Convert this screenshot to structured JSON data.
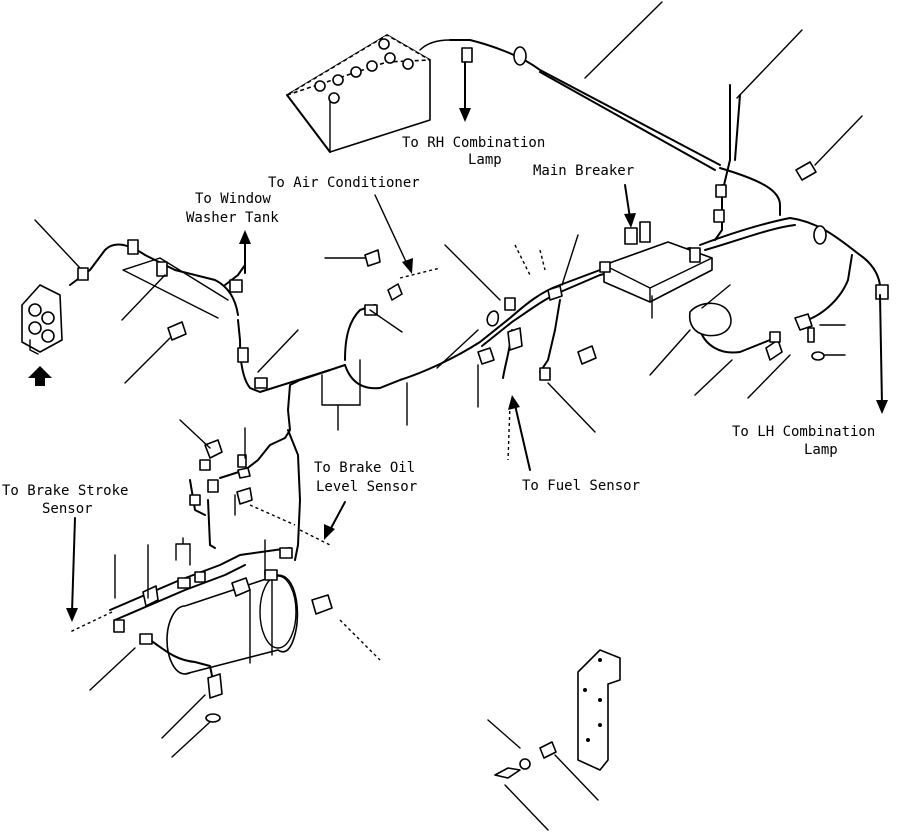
{
  "labels": {
    "rh_lamp_1": "To RH Combination",
    "rh_lamp_2": "Lamp",
    "air_conditioner": "To Air Conditioner",
    "window_washer_1": "To Window",
    "window_washer_2": "Washer Tank",
    "main_breaker": "Main Breaker",
    "lh_lamp_1": "To LH Combination",
    "lh_lamp_2": "Lamp",
    "brake_oil_1": "To Brake Oil",
    "brake_oil_2": "Level Sensor",
    "brake_stroke_1": "To Brake Stroke",
    "brake_stroke_2": "Sensor",
    "fuel_sensor": "To Fuel Sensor"
  }
}
